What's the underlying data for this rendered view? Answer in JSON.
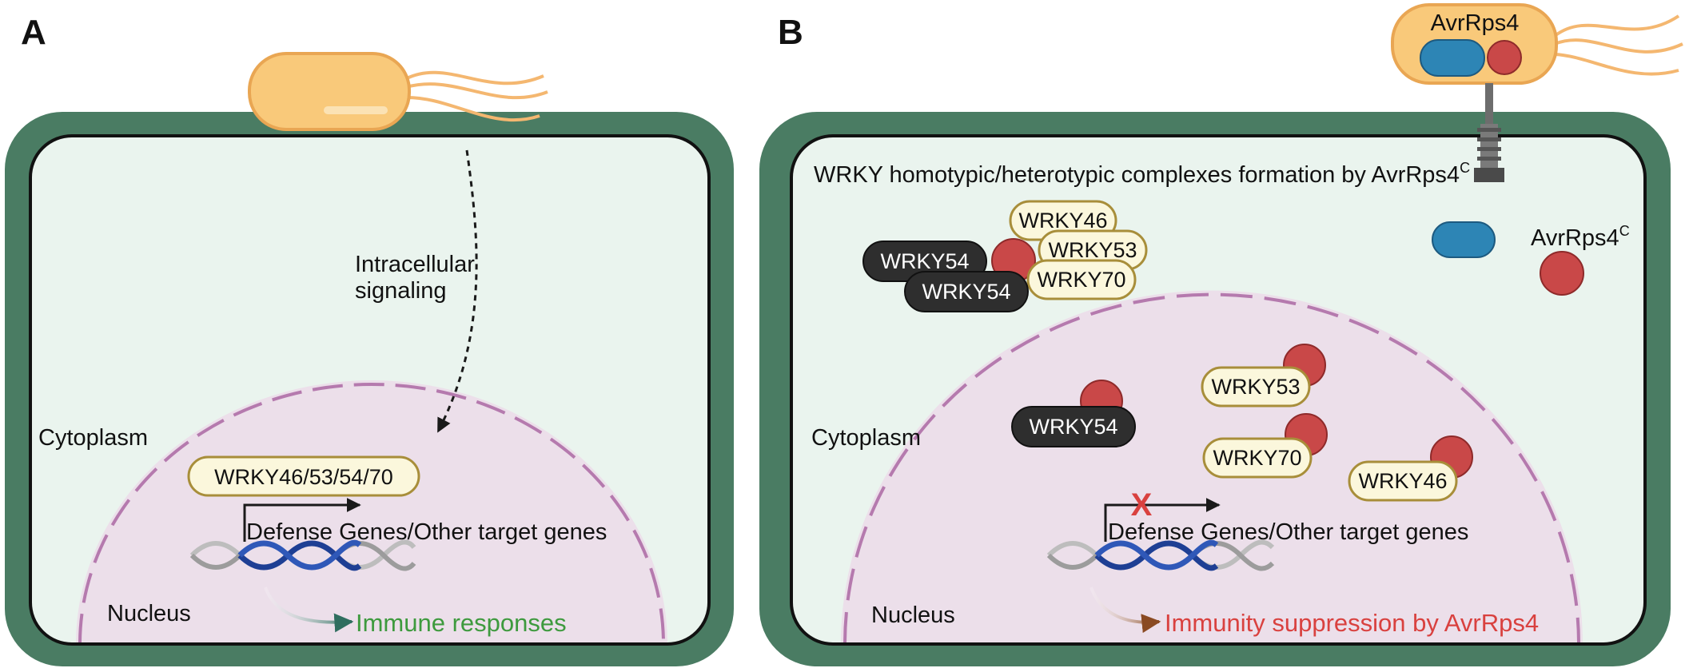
{
  "panels": {
    "a": {
      "letter": "A",
      "signaling_label_line1": "Intracellular",
      "signaling_label_line2": "signaling",
      "cytoplasm_label": "Cytoplasm",
      "nucleus_label": "Nucleus",
      "wrky_label": "WRKY46/53/54/70",
      "genes_label": "Defense Genes/Other target genes",
      "outcome_label": "Immune responses"
    },
    "b": {
      "letter": "B",
      "effector_label": "AvrRps4",
      "complex_title": "WRKY homotypic/heterotypic complexes formation by AvrRps4",
      "complex_title_superscript": "C",
      "avrc_label": "AvrRps4",
      "avrc_superscript": "C",
      "cytoplasm_label": "Cytoplasm",
      "nucleus_label": "Nucleus",
      "cytoplasm_wrky": {
        "wrky46": "WRKY46",
        "wrky53": "WRKY53",
        "wrky70": "WRKY70",
        "wrky54_top": "WRKY54",
        "wrky54_bottom": "WRKY54"
      },
      "nucleus_wrky": {
        "wrky54": "WRKY54",
        "wrky53": "WRKY53",
        "wrky70": "WRKY70",
        "wrky46": "WRKY46"
      },
      "blocked_mark": "X",
      "genes_label": "Defense Genes/Other target genes",
      "outcome_label": "Immunity suppression by AvrRps4"
    }
  },
  "colors": {
    "cell_wall": "#4a7c63",
    "cytoplasm": "#eaf4ee",
    "nucleus": "#ecdfea",
    "nuclear_envelope": "#b57aae",
    "bacterium": "#f9c97a",
    "bacterium_outline": "#e9a653",
    "wrky_pill": "#fbf7dc",
    "wrky_pill_outline": "#a88e3a",
    "wrky_dark": "#2e2e2e",
    "effector_red": "#c94848",
    "effector_blue": "#2d85b5",
    "dna_blue": "#1e3f94",
    "immune_green": "#3e9a3e",
    "suppression_red": "#d9413f"
  }
}
